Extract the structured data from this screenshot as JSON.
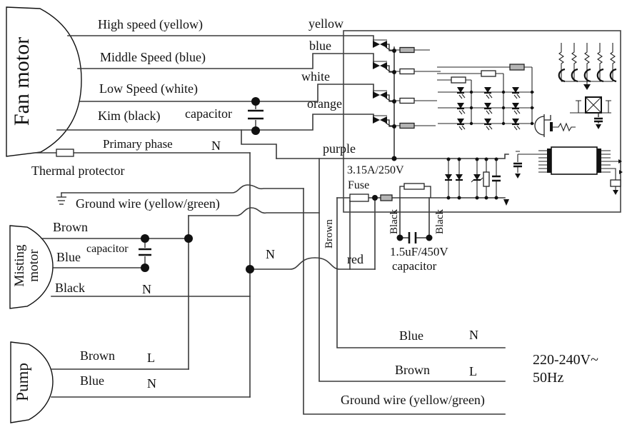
{
  "fan": {
    "title": "Fan motor",
    "wire_high": "High speed (yellow)",
    "wire_mid": "Middle Speed (blue)",
    "wire_low": "Low Speed (white)",
    "wire_kim": "Kim (black)",
    "capacitor": "capacitor",
    "primary": "Primary phase",
    "n": "N",
    "thermal": "Thermal protector",
    "ground": "Ground wire (yellow/green)"
  },
  "board": {
    "yellow": "yellow",
    "blue": "blue",
    "white": "white",
    "orange": "orange",
    "purple": "purple",
    "fuse_rating": "3.15A/250V",
    "fuse_label": "Fuse",
    "brown_riser": "Brown",
    "red": "red",
    "black_left": "Black",
    "black_right": "Black",
    "cap_value": "1.5uF/450V",
    "cap_label": "capacitor",
    "n_mid": "N"
  },
  "misting": {
    "title1": "Misting",
    "title2": "motor",
    "brown": "Brown",
    "blue": "Blue",
    "capacitor": "capacitor",
    "black": "Black",
    "n": "N"
  },
  "pump": {
    "title": "Pump",
    "brown": "Brown",
    "l": "L",
    "blue": "Blue",
    "n": "N"
  },
  "cord": {
    "blue": "Blue",
    "blue_n": "N",
    "brown": "Brown",
    "brown_l": "L",
    "ground": "Ground wire (yellow/green)",
    "voltage": "220-240V~",
    "freq": "50Hz"
  }
}
